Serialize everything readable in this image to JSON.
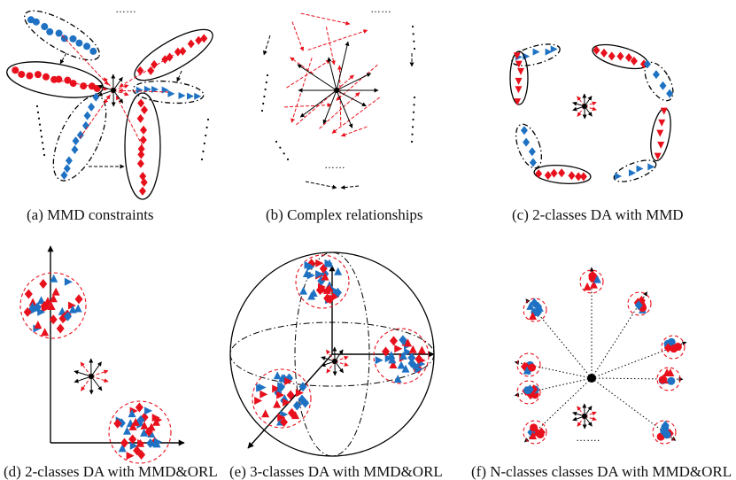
{
  "colors": {
    "red": "#e8101c",
    "blue": "#1f72c3",
    "black": "#000000"
  },
  "panels": [
    {
      "id": "a",
      "caption": "(a) MMD constraints"
    },
    {
      "id": "b",
      "caption": "(b) Complex relationships"
    },
    {
      "id": "c",
      "caption": "(c) 2-classes DA with MMD"
    },
    {
      "id": "d",
      "caption": "(d) 2-classes DA with MMD&ORL"
    },
    {
      "id": "e",
      "caption": "(e) 3-classes DA with MMD&ORL"
    },
    {
      "id": "f",
      "caption": "(f) N-classes classes DA with MMD&ORL"
    }
  ],
  "ellipsis_text": "……",
  "short_ellipsis_text": "……."
}
